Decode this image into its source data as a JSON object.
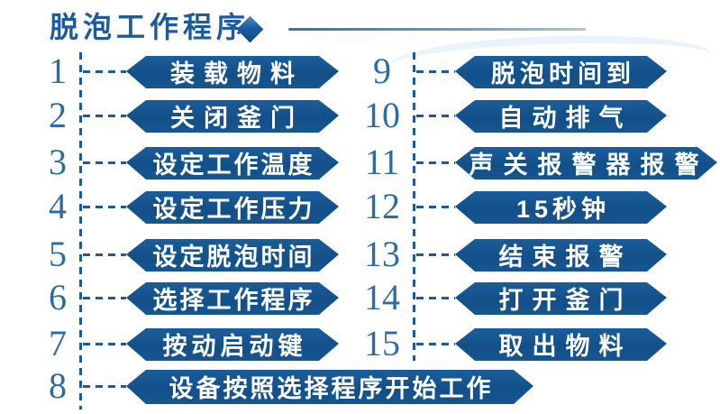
{
  "title": {
    "text": "脱泡工作程序"
  },
  "icons": {
    "diamond": "◆"
  },
  "colors": {
    "pill_fill": "#15568f",
    "pill_text": "#ffffff",
    "title_text": "#1b5c9c",
    "number_text": "#2d6ca3",
    "dashed_line": "#1e5a9a",
    "rule_gradient_start": "#39719f",
    "rule_gradient_end": "#a8c5dd"
  },
  "steps_left": [
    {
      "num": "1",
      "label": "装载物料"
    },
    {
      "num": "2",
      "label": "关闭釜门"
    },
    {
      "num": "3",
      "label": "设定工作温度"
    },
    {
      "num": "4",
      "label": "设定工作压力"
    },
    {
      "num": "5",
      "label": "设定脱泡时间"
    },
    {
      "num": "6",
      "label": "选择工作程序"
    },
    {
      "num": "7",
      "label": "按动启动键"
    }
  ],
  "step_bottom": {
    "num": "8",
    "label": "设备按照选择程序开始工作"
  },
  "steps_right": [
    {
      "num": "9",
      "label": "脱泡时间到"
    },
    {
      "num": "10",
      "label": "自动排气"
    },
    {
      "num": "11",
      "label": "声关报警器报警"
    },
    {
      "num": "12",
      "label": "15秒钟"
    },
    {
      "num": "13",
      "label": "结束报警"
    },
    {
      "num": "14",
      "label": "打开釜门"
    },
    {
      "num": "15",
      "label": "取出物料"
    }
  ]
}
